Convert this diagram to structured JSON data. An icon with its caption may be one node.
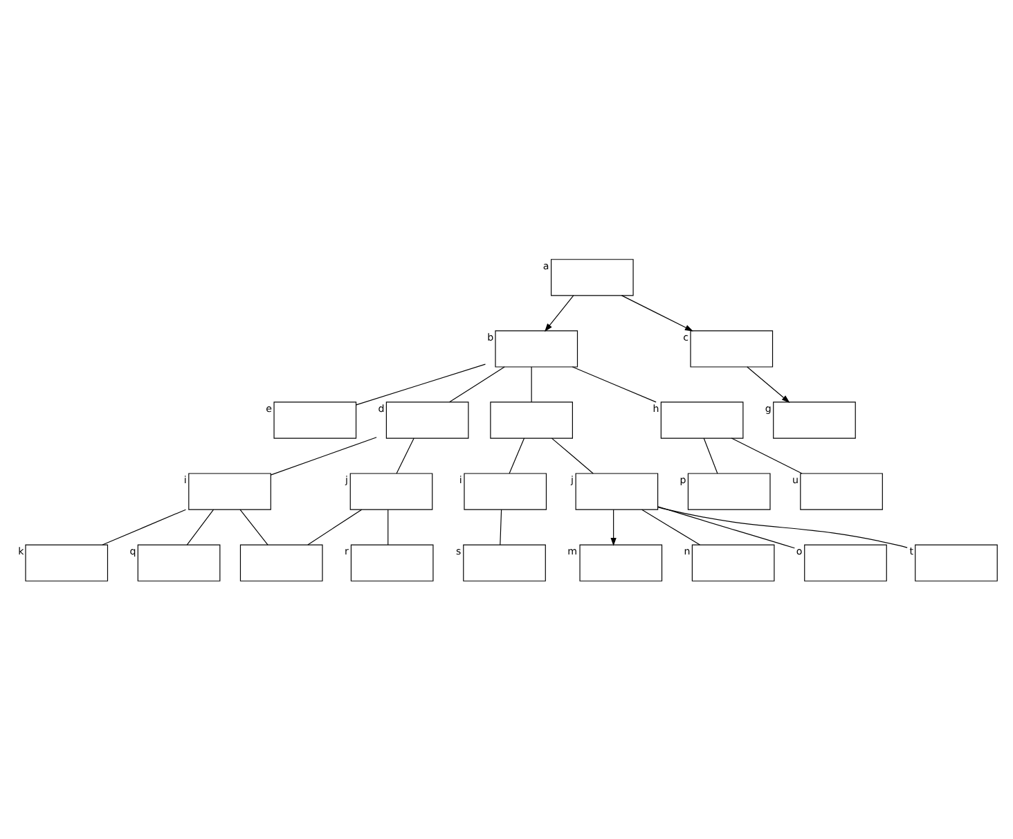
{
  "diagram": {
    "nodes": [
      {
        "text": [],
        "shape": "box",
        "beside": [
          "a"
        ]
      },
      {
        "text": [],
        "shape": "box",
        "beside": [
          "b"
        ]
      },
      {
        "text": [],
        "shape": "box",
        "beside": [
          "c"
        ]
      },
      {
        "text": [],
        "shape": "box",
        "beside": [
          "e"
        ]
      },
      {
        "text": [],
        "shape": "box",
        "beside": [
          "g"
        ]
      },
      {
        "text": [],
        "shape": "box",
        "beside": [
          "d"
        ]
      },
      {
        "text": [],
        "shape": "box"
      },
      {
        "text": [],
        "shape": "box",
        "beside": [
          "h"
        ]
      },
      {
        "text": [],
        "shape": "box",
        "beside": [
          "i"
        ]
      },
      {
        "text": [],
        "shape": "box",
        "beside": [
          "j"
        ]
      },
      {
        "text": [],
        "shape": "box",
        "beside": [
          "i"
        ]
      },
      {
        "text": [],
        "shape": "box",
        "beside": [
          "j"
        ]
      },
      {
        "text": [],
        "shape": "box",
        "beside": [
          "p"
        ]
      },
      {
        "text": [],
        "shape": "box",
        "beside": [
          "k"
        ]
      },
      {
        "text": [],
        "shape": "box"
      },
      {
        "text": [],
        "shape": "box",
        "beside": [
          "m"
        ]
      },
      {
        "text": [],
        "shape": "box",
        "beside": [
          "n"
        ]
      },
      {
        "text": [],
        "shape": "box",
        "beside": [
          "o"
        ]
      },
      {
        "text": [],
        "shape": "box",
        "beside": [
          "q"
        ]
      },
      {
        "text": [],
        "shape": "box",
        "beside": [
          "r"
        ]
      },
      {
        "text": [],
        "shape": "box",
        "beside": [
          "s"
        ]
      },
      {
        "text": [],
        "shape": "box",
        "beside": [
          "t"
        ]
      },
      {
        "text": [],
        "shape": "box",
        "beside": [
          "u"
        ]
      }
    ],
    "edges": [
      {
        "from": 0,
        "to": 1,
        "arrow": "to"
      },
      {
        "from": 0,
        "to": 2,
        "arrow": "to"
      },
      {
        "from": 1,
        "to": 5,
        "arrow": "none"
      },
      {
        "from": 1,
        "to": 3,
        "arrow": "none"
      },
      {
        "from": 1,
        "to": 6,
        "arrow": "none"
      },
      {
        "from": 1,
        "to": 7,
        "arrow": "none"
      },
      {
        "from": 2,
        "to": 4,
        "arrow": "to"
      },
      {
        "from": 5,
        "to": 8,
        "arrow": "none"
      },
      {
        "from": 5,
        "to": 9,
        "arrow": "none"
      },
      {
        "from": 8,
        "to": 13,
        "arrow": "none"
      },
      {
        "from": 8,
        "to": 14,
        "arrow": "none"
      },
      {
        "from": 9,
        "to": 14,
        "arrow": "none"
      },
      {
        "from": 6,
        "to": 10,
        "arrow": "none"
      },
      {
        "from": 6,
        "to": 11,
        "arrow": "none"
      },
      {
        "from": 11,
        "to": 15,
        "arrow": "to"
      },
      {
        "from": 11,
        "to": 16,
        "arrow": "none"
      },
      {
        "from": 11,
        "to": 17,
        "arrow": "none"
      },
      {
        "from": 8,
        "to": 18,
        "arrow": "none"
      },
      {
        "from": 9,
        "to": 19,
        "arrow": "none"
      },
      {
        "from": 10,
        "to": 20,
        "arrow": "none"
      },
      {
        "from": 11,
        "to": 21,
        "arrow": "none"
      },
      {
        "from": 7,
        "to": 12,
        "arrow": "none"
      },
      {
        "from": 7,
        "to": 22,
        "arrow": "none"
      }
    ]
  }
}
